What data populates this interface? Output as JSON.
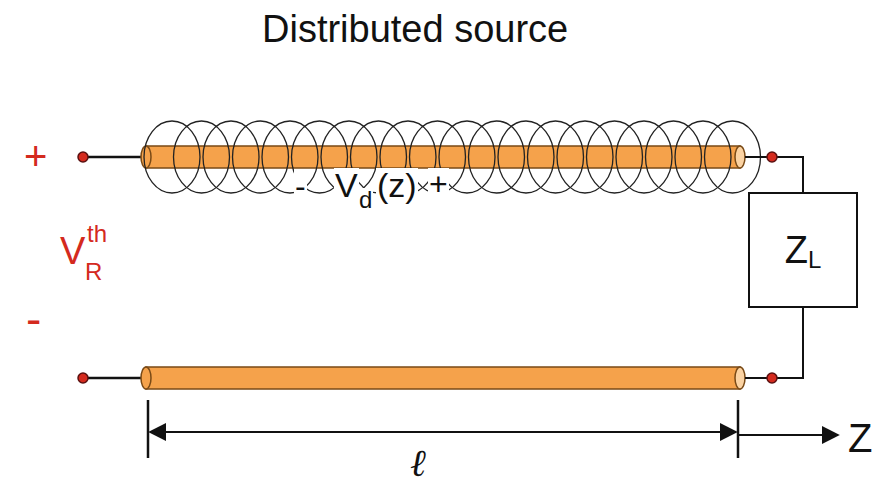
{
  "diagram": {
    "nodes": [
      {
        "text": [
          "Z",
          "L"
        ]
      }
    ],
    "labels": [
      "Distributed source",
      "+",
      "V",
      "R",
      "th",
      "-",
      "-",
      "V",
      "d",
      "(z)",
      "+",
      "ℓ",
      "Z"
    ]
  }
}
